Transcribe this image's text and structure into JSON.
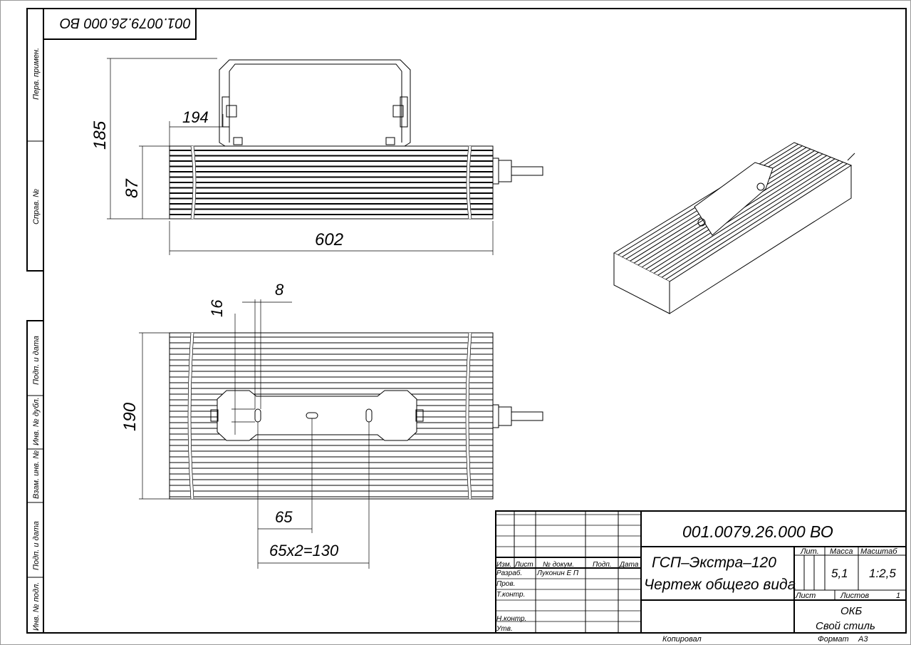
{
  "drawing_number": "001.0079.26.000 ВО",
  "stamp_rotated": "001.0079.26.000 ВО",
  "side_strip": {
    "top": [
      "Перв. примен.",
      "Справ. №"
    ],
    "bottom": [
      "Подп. и дата",
      "Инв. № дубл.",
      "Взам. инв. №",
      "Подп. и дата",
      "Инв. № подл."
    ]
  },
  "front_view": {
    "dim_height_total": "185",
    "dim_height_body": "87",
    "dim_length": "602",
    "dim_bracket_offset": "194"
  },
  "bottom_view": {
    "dim_width": "190",
    "dim_slot_width": "8",
    "dim_slot_length": "16",
    "dim_pitch": "65",
    "dim_pitch_total": "65х2=130"
  },
  "title_block": {
    "number": "001.0079.26.000 ВО",
    "headers": {
      "izm": "Изм.",
      "list": "Лист",
      "doc": "№ докум.",
      "sign": "Подп.",
      "date": "Дата"
    },
    "roles": [
      "Разраб.",
      "Пров.",
      "Т.контр.",
      "Н.контр.",
      "Утв."
    ],
    "developer": "Луконин Е П",
    "name_line1": "ГСП–Экстра–120",
    "name_line2": "Чертеж общего вида",
    "lit_label": "Лит.",
    "mass_label": "Масса",
    "scale_label": "Масштаб",
    "mass": "5,1",
    "scale": "1:2,5",
    "sheet_label": "Лист",
    "sheets_label": "Листов",
    "sheets": "1",
    "org_line1": "ОКБ",
    "org_line2": "Свой стиль",
    "copied": "Копировал",
    "format_label": "Формат",
    "format": "А3"
  }
}
